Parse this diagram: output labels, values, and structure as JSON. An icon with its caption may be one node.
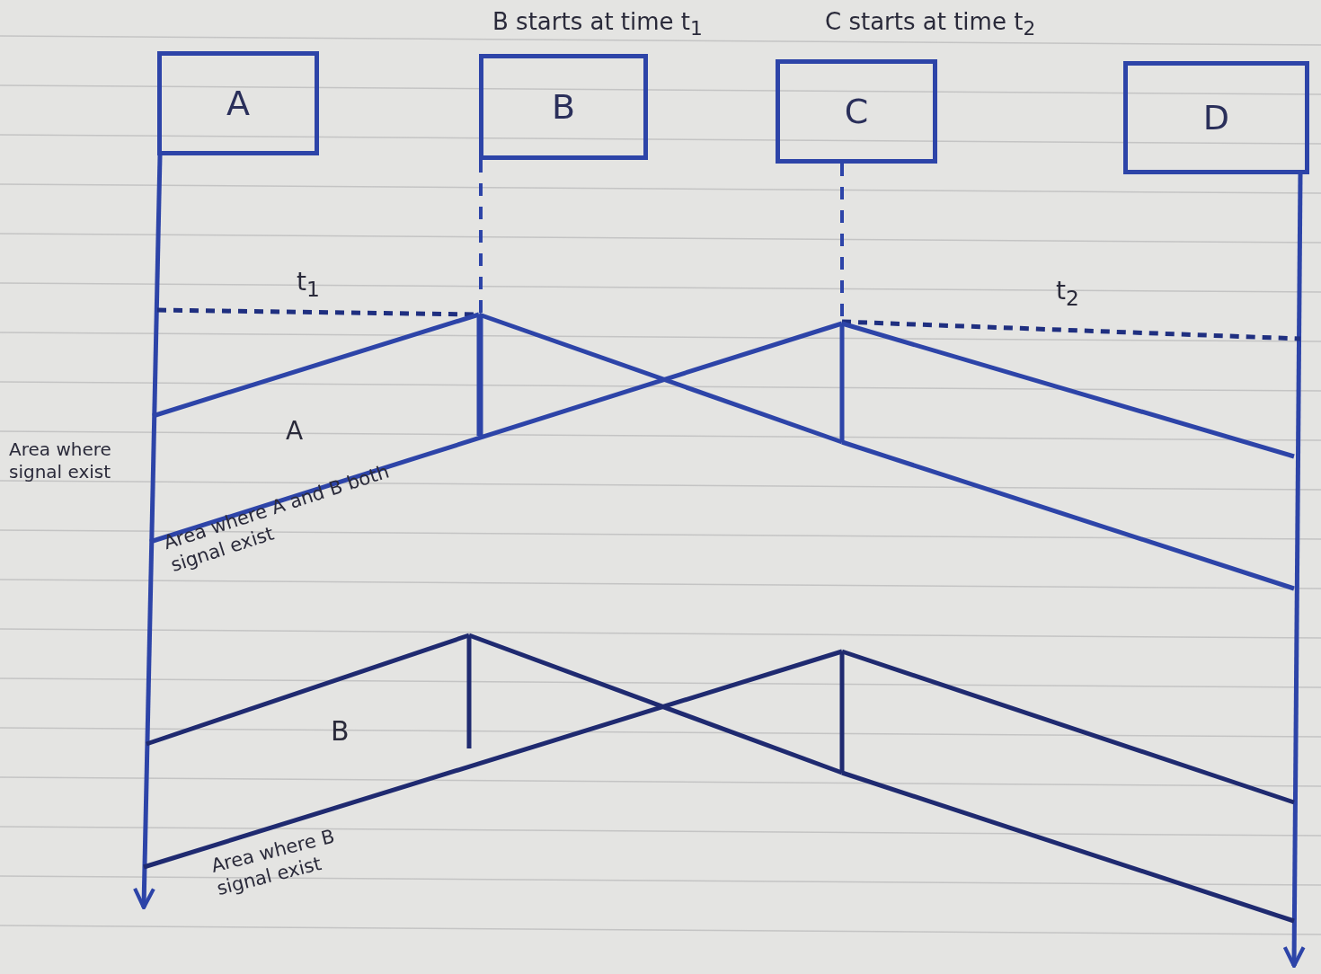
{
  "diagram": {
    "nodes": [
      {
        "text": [
          "A"
        ]
      },
      {
        "text": [
          "B"
        ],
        "beside": [
          "B starts at time t$_{1}$"
        ]
      },
      {
        "text": [
          "C"
        ],
        "beside": [
          "C starts at time t$_{2}$"
        ]
      },
      {
        "text": [
          "D"
        ]
      }
    ],
    "edges": [
      {
        "from": 0,
        "to": null,
        "arrow": "to"
      },
      {
        "from": 1,
        "to": null,
        "arrow": "none",
        "style": "dashed"
      },
      {
        "from": 2,
        "to": null,
        "arrow": "none",
        "style": "dashed"
      },
      {
        "from": 3,
        "to": null,
        "arrow": "to"
      }
    ],
    "labels": [
      "t$_{1}$",
      "t$_{2}$",
      "A",
      "Area where signal exist",
      "Area where A and B both signal exist",
      "B",
      "Area where B signal exist"
    ]
  }
}
